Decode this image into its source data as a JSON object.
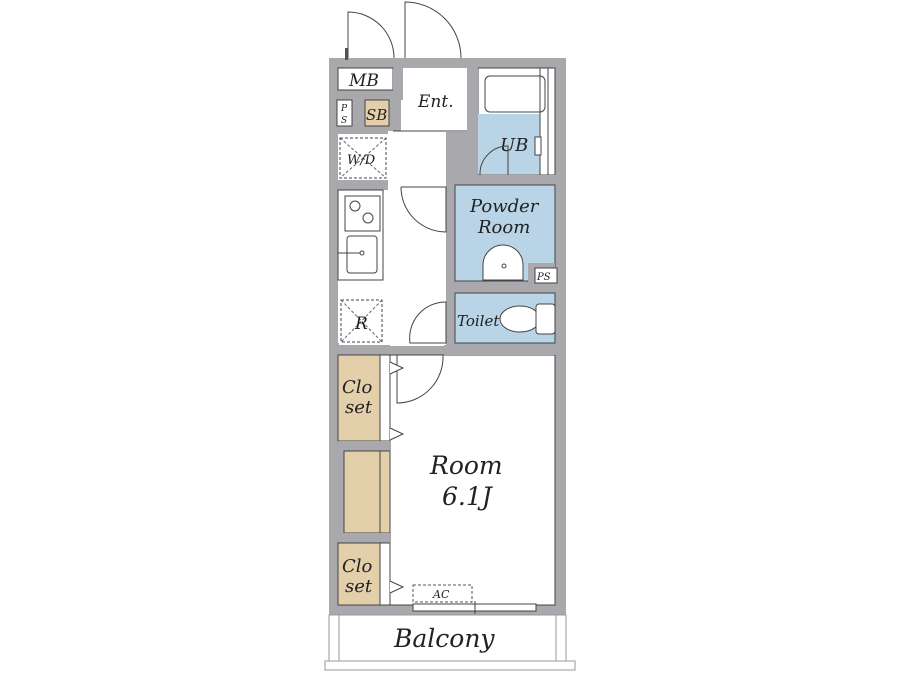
{
  "plan": {
    "labels": {
      "mb": "MB",
      "ps_top_p": "P",
      "ps_top_s": "S",
      "sb": "SB",
      "entrance": "Ent.",
      "wd": "W/D",
      "ub": "UB",
      "powder_1": "Powder",
      "powder_2": "Room",
      "ps_right": "PS",
      "toilet": "Toilet",
      "refrigerator": "R",
      "closet1_a": "Clo",
      "closet1_b": "set",
      "closet2_a": "Clo",
      "closet2_b": "set",
      "room": "Room",
      "room_size": "6.1J",
      "ac": "AC",
      "balcony": "Balcony"
    },
    "colors": {
      "wall": "#a9a8ad",
      "wet_area": "#b9d4e6",
      "storage": "#e4cfab",
      "line": "#333333"
    }
  }
}
